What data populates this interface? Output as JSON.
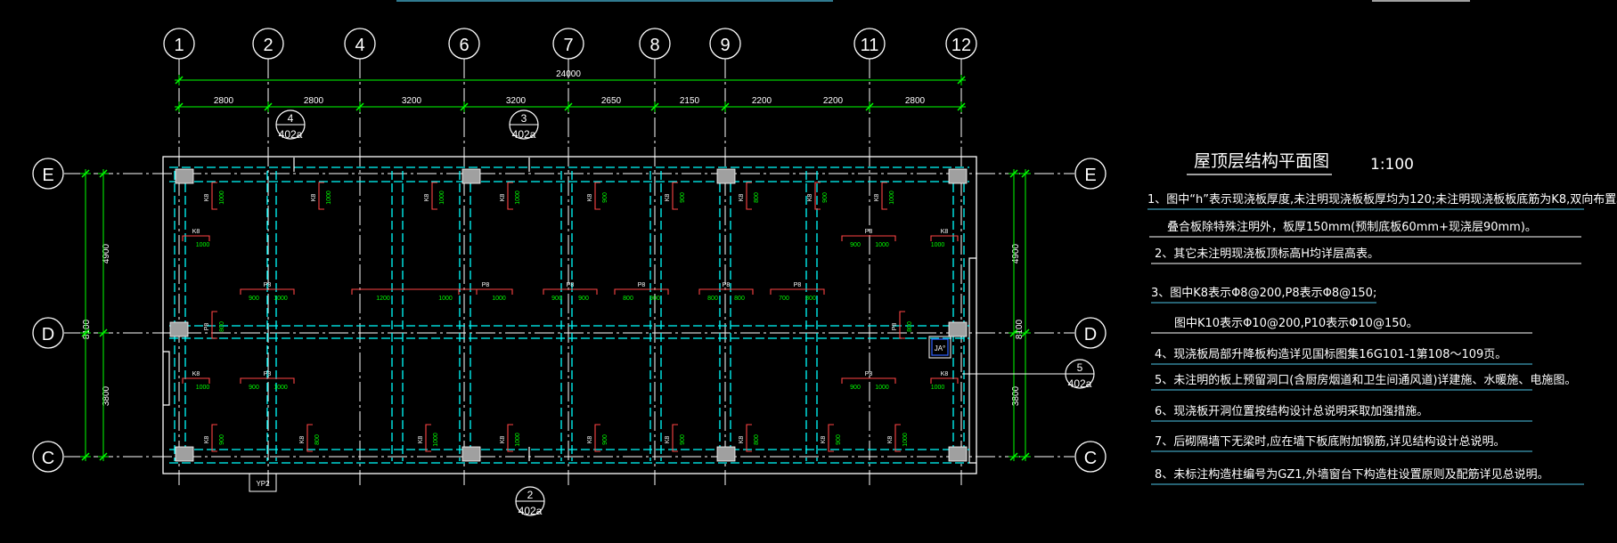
{
  "grid": {
    "columns": [
      "1",
      "2",
      "4",
      "6",
      "7",
      "8",
      "9",
      "11",
      "12"
    ],
    "rows": [
      "E",
      "D",
      "C"
    ]
  },
  "dimensions": {
    "total": "24000",
    "bays": [
      "2800",
      "2800",
      "3200",
      "3200",
      "2650",
      "2150",
      "2200",
      "2200",
      "2800"
    ],
    "left_total": "8100",
    "left_parts": [
      "4900",
      "3800"
    ],
    "right_total": "8100",
    "right_parts": [
      "4900",
      "3800"
    ]
  },
  "callouts": [
    {
      "num": "4",
      "ref": "402a"
    },
    {
      "num": "3",
      "ref": "402a"
    },
    {
      "num": "5",
      "ref": "402a"
    },
    {
      "num": "2",
      "ref": "402a"
    }
  ],
  "tags": {
    "k8": "K8",
    "p8": "P8",
    "v1000": "1000",
    "v900": "900",
    "v800": "800",
    "v700": "700",
    "v1200": "1200",
    "ja": "JA°",
    "yp2": "YP2"
  },
  "notes": {
    "title": "屋顶层结构平面图",
    "scale": "1:100",
    "items": [
      "1、图中“h”表示现浇板厚度,未注明现浇板板厚均为120;未注明现浇板板底筋为K8,双向布置。",
      "叠合板除特殊注明外，板厚150mm(预制底板60mm+现浇层90mm)。",
      "2、其它未注明现浇板顶标高H均详层高表。",
      "3、图中K8表示Φ8@200,P8表示Φ8@150;",
      "图中K10表示Φ10@200,P10表示Φ10@150。",
      "4、现浇板局部升降板构造详见国标图集16G101-1第108～109页。",
      "5、未注明的板上预留洞口(含厨房烟道和卫生间通风道)详建施、水暖施、电施图。",
      "6、现浇板开洞位置按结构设计总说明采取加强措施。",
      "7、后砌隔墙下无梁时,应在墙下板底附加钢筋,详见结构设计总说明。",
      "8、未标注构造柱编号为GZ1,外墙窗台下构造柱设置原则及配筋详见总说明。"
    ]
  },
  "colors": {
    "background": "#000000",
    "axis": "#ffffff",
    "dimension": "#00ff00",
    "beam": "#00ffff",
    "rebar_top": "#ff4444",
    "rebar_label": "#ffffff",
    "rebar_value": "#00ff00",
    "column": "#a0a0a0",
    "underline": "#4cc3e6"
  }
}
